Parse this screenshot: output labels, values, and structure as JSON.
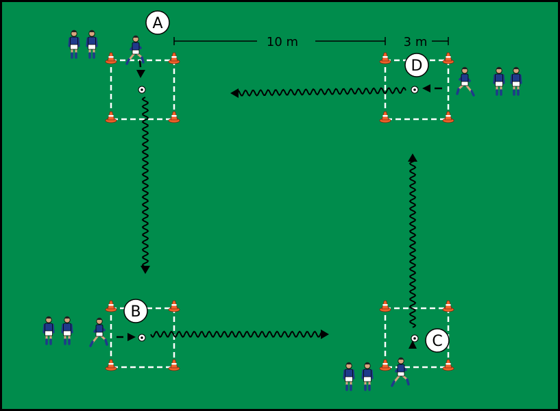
{
  "colors": {
    "pitch": "#008c4c",
    "border": "#000000",
    "grid_line": "#ffffff",
    "cone": "#f0622a",
    "cone_stripe": "#ffffff",
    "shirt": "#1f3a8a",
    "shorts": "#ffffff",
    "skin": "#d9a67e",
    "path": "#000000"
  },
  "measurements": {
    "span_a": "10 m",
    "span_b": "3 m"
  },
  "stations": [
    {
      "id": "A",
      "label": "A"
    },
    {
      "id": "B",
      "label": "B"
    },
    {
      "id": "C",
      "label": "C"
    },
    {
      "id": "D",
      "label": "D"
    }
  ],
  "icons": {
    "player": "player-icon",
    "cone": "cone-icon",
    "ball": "ball-icon"
  }
}
